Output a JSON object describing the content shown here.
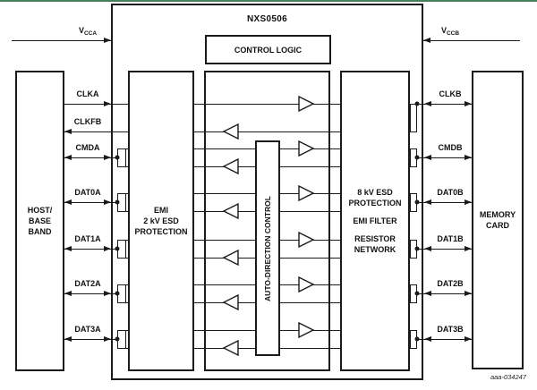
{
  "diagram": {
    "title": "NXS0506",
    "figure_id": "aaa-034247",
    "control_logic_label": "CONTROL LOGIC",
    "adc_label": "AUTO-DIRECTION CONTROL",
    "host_lines": [
      "HOST/",
      "BASE",
      "BAND"
    ],
    "memory_lines": [
      "MEMORY",
      "CARD"
    ],
    "emi_lines": [
      "EMI",
      "2 kV ESD",
      "PROTECTION"
    ],
    "esd8_groups": [
      [
        "8 kV ESD",
        "PROTECTION"
      ],
      [
        "EMI FILTER"
      ],
      [
        "RESISTOR",
        "NETWORK"
      ]
    ],
    "supply_a": {
      "base": "V",
      "sub": "CCA"
    },
    "supply_b": {
      "base": "V",
      "sub": "CCB"
    },
    "signals_a": [
      "CLKA",
      "CLKFB",
      "CMDA",
      "DAT0A",
      "DAT1A",
      "DAT2A",
      "DAT3A"
    ],
    "signals_b": [
      "CLKB",
      "CMDB",
      "DAT0B",
      "DAT1B",
      "DAT2B",
      "DAT3B"
    ],
    "colors": {
      "line": "#1a1a1a",
      "accent_bar": "#4a7d5b"
    }
  }
}
